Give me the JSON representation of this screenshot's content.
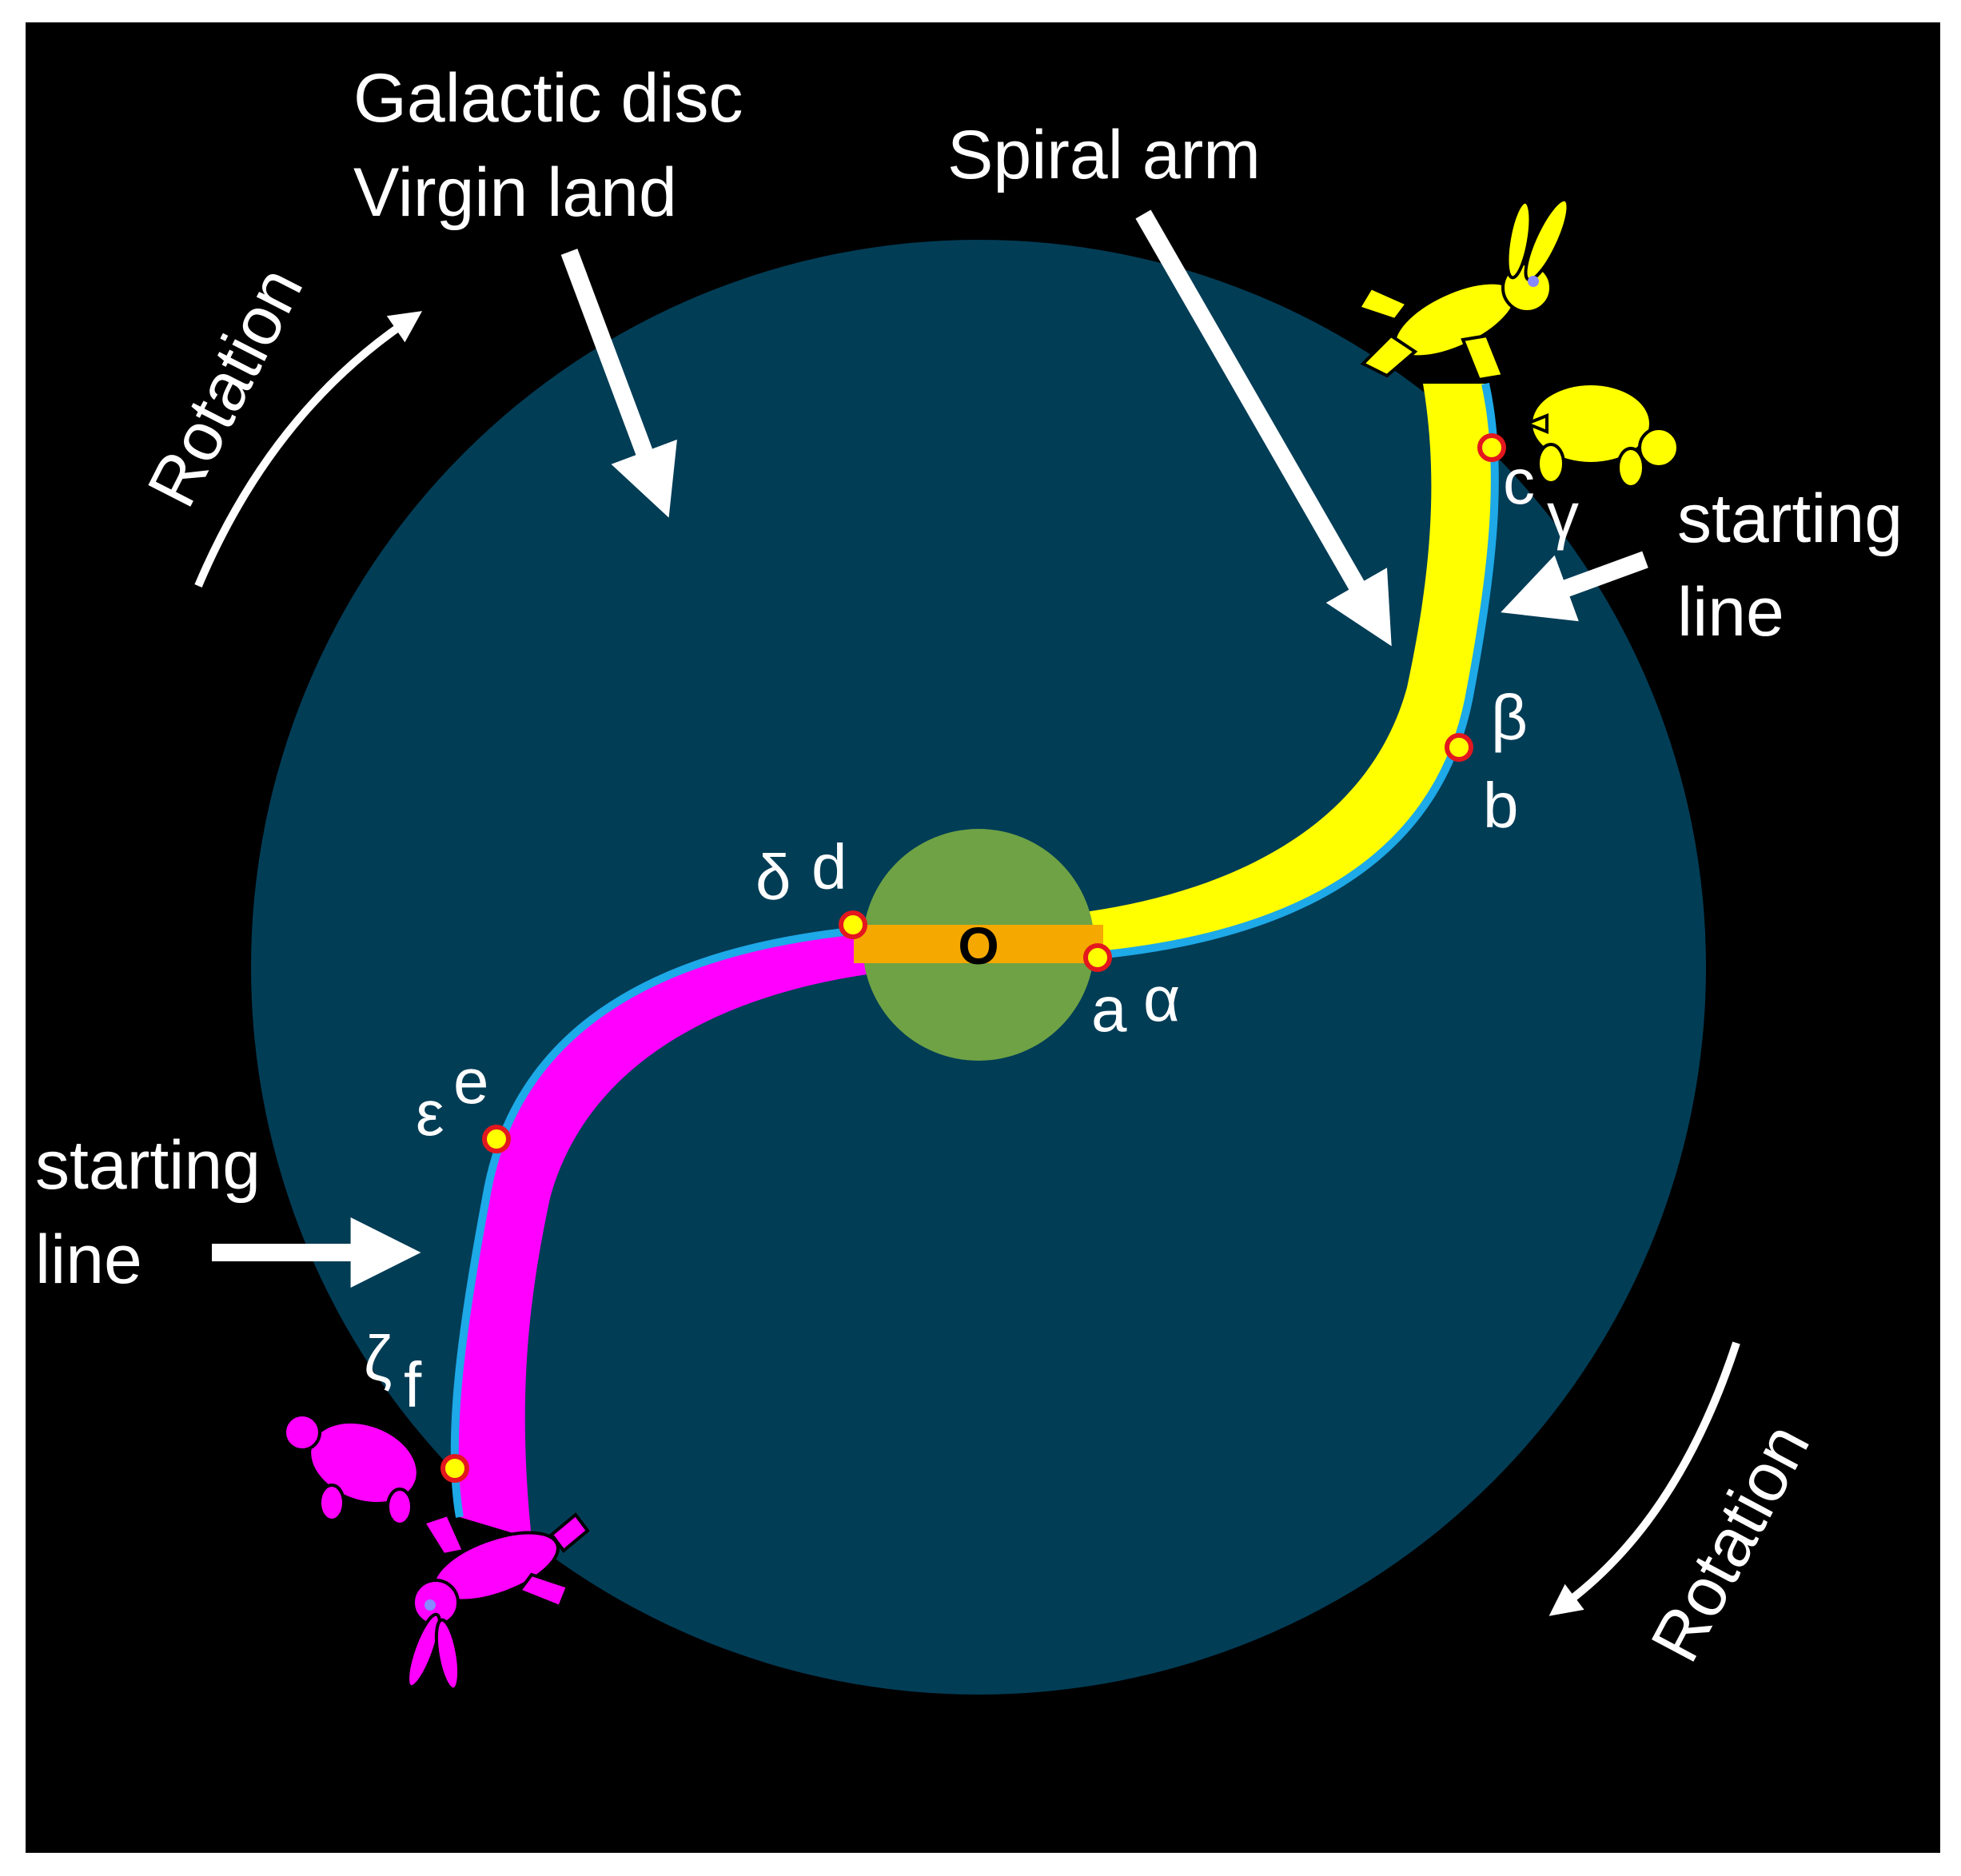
{
  "labels": {
    "galactic_disc": "Galactic disc",
    "virgin_land": "Virgin land",
    "spiral_arm": "Spiral arm",
    "rotation_top": "Rotation",
    "rotation_bottom": "Rotation",
    "starting_right_1": "starting",
    "starting_right_2": "line",
    "starting_left_1": "starting",
    "starting_left_2": "line",
    "center": "O"
  },
  "points": {
    "a": "a",
    "alpha": "α",
    "b": "b",
    "beta": "β",
    "c": "c",
    "gamma": "γ",
    "d": "d",
    "delta": "δ",
    "e": "e",
    "epsilon": "ε",
    "f": "f",
    "zeta": "ζ"
  },
  "colors": {
    "background": "#000000",
    "disc": "#023d56",
    "core": "#6ea245",
    "bar": "#f5a800",
    "arm_upper": "#ffff00",
    "arm_lower": "#ff00ff",
    "edge": "#1ea9e8",
    "marker": "#e3171e",
    "arrow": "#ffffff"
  },
  "icons": [
    "rabbit-icon-yellow",
    "tortoise-icon-yellow",
    "rabbit-icon-magenta",
    "tortoise-icon-magenta"
  ]
}
